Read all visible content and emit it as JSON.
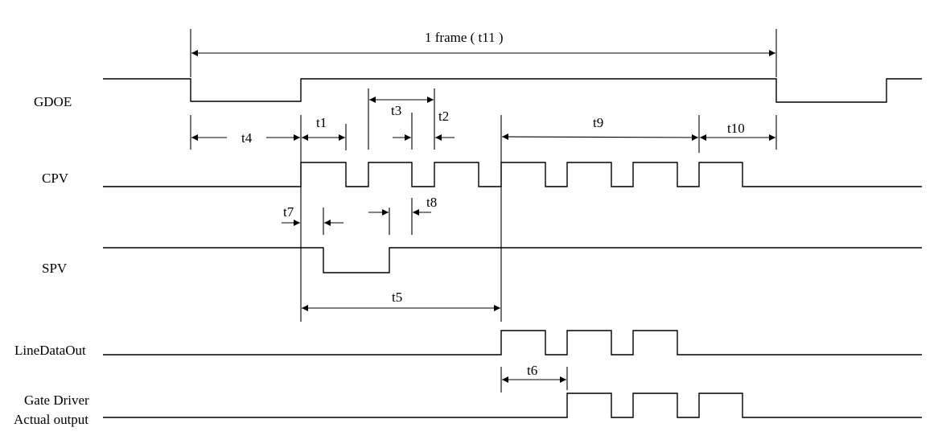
{
  "signals": {
    "gdoe": "GDOE",
    "cpv": "CPV",
    "spv": "SPV",
    "line_data_out": "LineDataOut",
    "gate_driver_line1": "Gate Driver",
    "gate_driver_line2": "Actual output"
  },
  "timings": {
    "frame": "1 frame ( t11 )",
    "t1": "t1",
    "t2": "t2",
    "t3": "t3",
    "t4": "t4",
    "t5": "t5",
    "t6": "t6",
    "t7": "t7",
    "t8": "t8",
    "t9": "t9",
    "t10": "t10"
  }
}
